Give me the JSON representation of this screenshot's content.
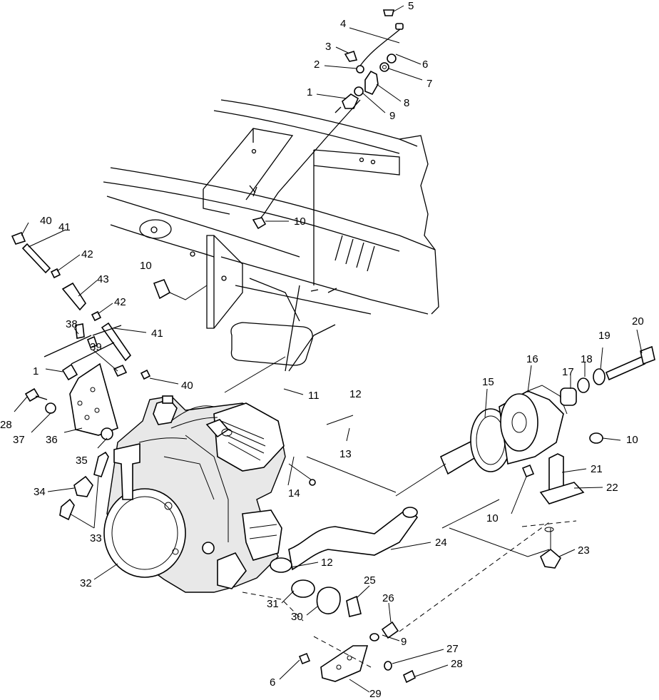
{
  "callouts": [
    {
      "id": "c1",
      "text": "5"
    },
    {
      "id": "c2",
      "text": "4"
    },
    {
      "id": "c3",
      "text": "3"
    },
    {
      "id": "c4",
      "text": "6"
    },
    {
      "id": "c5",
      "text": "2"
    },
    {
      "id": "c6",
      "text": "7"
    },
    {
      "id": "c7",
      "text": "1"
    },
    {
      "id": "c8",
      "text": "8"
    },
    {
      "id": "c9",
      "text": "9"
    },
    {
      "id": "c10",
      "text": "10"
    },
    {
      "id": "c11",
      "text": "40"
    },
    {
      "id": "c12",
      "text": "41"
    },
    {
      "id": "c13",
      "text": "42"
    },
    {
      "id": "c14",
      "text": "10"
    },
    {
      "id": "c15",
      "text": "43"
    },
    {
      "id": "c16",
      "text": "42"
    },
    {
      "id": "c17",
      "text": "38"
    },
    {
      "id": "c18",
      "text": "41"
    },
    {
      "id": "c19",
      "text": "39"
    },
    {
      "id": "c20",
      "text": "1"
    },
    {
      "id": "c21",
      "text": "40"
    },
    {
      "id": "c22",
      "text": "11"
    },
    {
      "id": "c23",
      "text": "12"
    },
    {
      "id": "c24",
      "text": "28"
    },
    {
      "id": "c25",
      "text": "37"
    },
    {
      "id": "c26",
      "text": "36"
    },
    {
      "id": "c27",
      "text": "35"
    },
    {
      "id": "c28",
      "text": "13"
    },
    {
      "id": "c29",
      "text": "34"
    },
    {
      "id": "c30",
      "text": "14"
    },
    {
      "id": "c31",
      "text": "33"
    },
    {
      "id": "c32",
      "text": "32"
    },
    {
      "id": "c33",
      "text": "15"
    },
    {
      "id": "c34",
      "text": "16"
    },
    {
      "id": "c35",
      "text": "17"
    },
    {
      "id": "c36",
      "text": "18"
    },
    {
      "id": "c37",
      "text": "19"
    },
    {
      "id": "c38",
      "text": "20"
    },
    {
      "id": "c39",
      "text": "10"
    },
    {
      "id": "c40",
      "text": "21"
    },
    {
      "id": "c41",
      "text": "22"
    },
    {
      "id": "c42",
      "text": "10"
    },
    {
      "id": "c43",
      "text": "23"
    },
    {
      "id": "c44",
      "text": "24"
    },
    {
      "id": "c45",
      "text": "12"
    },
    {
      "id": "c46",
      "text": "25"
    },
    {
      "id": "c47",
      "text": "31"
    },
    {
      "id": "c48",
      "text": "26"
    },
    {
      "id": "c49",
      "text": "30"
    },
    {
      "id": "c50",
      "text": "9"
    },
    {
      "id": "c51",
      "text": "27"
    },
    {
      "id": "c52",
      "text": "28"
    },
    {
      "id": "c53",
      "text": "6"
    },
    {
      "id": "c54",
      "text": "29"
    }
  ]
}
